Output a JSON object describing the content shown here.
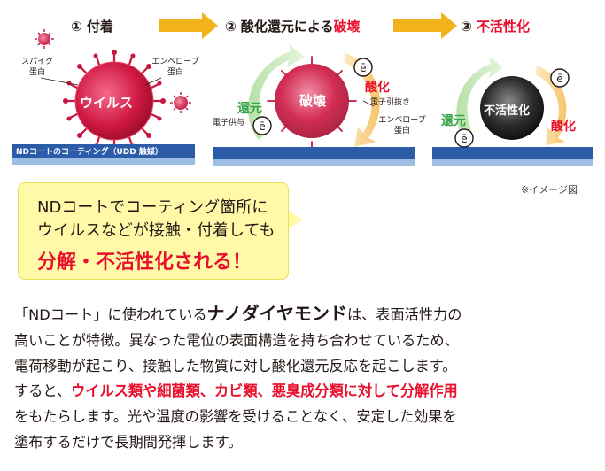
{
  "steps": [
    {
      "prefix": "① 付着",
      "emph": ""
    },
    {
      "prefix": "② 酸化還元による",
      "emph": "破壊"
    },
    {
      "prefix": "③ ",
      "emph": "不活性化"
    }
  ],
  "panel1": {
    "spike_label_1": "スパイク",
    "spike_label_2": "蛋白",
    "envelope_label_1": "エンベロープ",
    "envelope_label_2": "蛋白",
    "virus_label": "ウイルス",
    "coating_label": "NDコートのコーティング（UDD 触媒）"
  },
  "panel2": {
    "center_label": "破壊",
    "reduction_label": "還元",
    "oxidation_label": "酸化",
    "donate_label": "電子供与",
    "extract_label": "電子引抜き",
    "envelope_label_1": "エンベロープ",
    "envelope_label_2": "蛋白",
    "electron_symbol": "ē"
  },
  "panel3": {
    "center_label": "不活性化",
    "reduction_label": "還元",
    "oxidation_label": "酸化",
    "electron_symbol": "ē"
  },
  "image_note": "※イメージ図",
  "callout": {
    "line1": "NDコートでコーティング箇所に",
    "line2": "ウイルスなどが接触・付着しても",
    "line3": "分解・不活性化される！"
  },
  "paragraph": {
    "l1_a": "「NDコート」に使われている",
    "l1_big": "ナノダイヤモンド",
    "l1_b": "は、表面活性力の",
    "l2": "高いことが特徴。異なった電位の表面構造を持ち合わせているため、",
    "l3": "電荷移動が起こり、接触した物質に対し酸化還元反応を起こします。",
    "l4_a": "すると、",
    "l4_red": "ウイルス類や細菌類、カビ類、悪臭成分類に対して分解作用",
    "l5": "をもたらします。光や温度の影響を受けることなく、安定した効果を",
    "l6": "塗布するだけで長期間発揮します。"
  },
  "colors": {
    "accent_red": "#e8102c",
    "arrow_orange": "#f2b21c",
    "reduction_green": "#3aa64a",
    "callout_yellow": "#fff9a8",
    "surface_blue": "#2c5ca8"
  }
}
